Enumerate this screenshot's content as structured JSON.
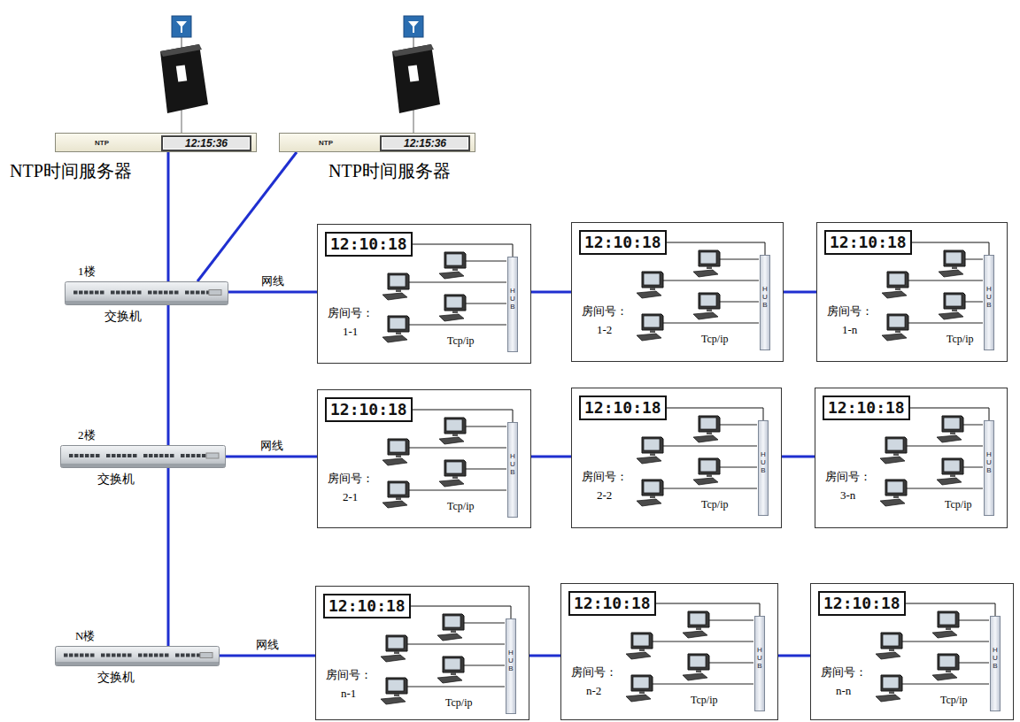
{
  "diagram": {
    "nodes": [
      {
        "text": [
          "NTP",
          "12:15:36",
          "NTP时间服务器"
        ]
      },
      {
        "text": [
          "NTP",
          "12:15:36",
          "NTP时间服务器"
        ]
      },
      {
        "text": [
          "1楼",
          "交换机"
        ]
      },
      {
        "text": [
          "房间号： 1-1",
          "Tcp/ip"
        ]
      },
      {
        "text": [
          "12:10:18"
        ],
        "in": 3
      },
      {
        "text": [
          "HUB"
        ],
        "in": 3
      },
      {
        "text": [
          "房间号： 1-2",
          "Tcp/ip"
        ]
      },
      {
        "text": [
          "12:10:18"
        ],
        "in": 6
      },
      {
        "text": [
          "HUB"
        ],
        "in": 6
      },
      {
        "text": [
          "房间号： 1-n",
          "Tcp/ip"
        ]
      },
      {
        "text": [
          "12:10:18"
        ],
        "in": 9
      },
      {
        "text": [
          "HUB"
        ],
        "in": 9
      },
      {
        "text": [
          "2楼",
          "交换机"
        ]
      },
      {
        "text": [
          "房间号： 2-1",
          "Tcp/ip"
        ]
      },
      {
        "text": [
          "12:10:18"
        ],
        "in": 13
      },
      {
        "text": [
          "HUB"
        ],
        "in": 13
      },
      {
        "text": [
          "房间号： 2-2",
          "Tcp/ip"
        ]
      },
      {
        "text": [
          "12:10:18"
        ],
        "in": 16
      },
      {
        "text": [
          "HUB"
        ],
        "in": 16
      },
      {
        "text": [
          "房间号： 3-n",
          "Tcp/ip"
        ]
      },
      {
        "text": [
          "12:10:18"
        ],
        "in": 19
      },
      {
        "text": [
          "HUB"
        ],
        "in": 19
      },
      {
        "text": [
          "N楼",
          "交换机"
        ]
      },
      {
        "text": [
          "房间号： n-1",
          "Tcp/ip"
        ]
      },
      {
        "text": [
          "12:10:18"
        ],
        "in": 23
      },
      {
        "text": [
          "HUB"
        ],
        "in": 23
      },
      {
        "text": [
          "房间号： n-2",
          "Tcp/ip"
        ]
      },
      {
        "text": [
          "12:10:18"
        ],
        "in": 26
      },
      {
        "text": [
          "HUB"
        ],
        "in": 26
      },
      {
        "text": [
          "房间号： n-n",
          "Tcp/ip"
        ]
      },
      {
        "text": [
          "12:10:18"
        ],
        "in": 29
      },
      {
        "text": [
          "HUB"
        ],
        "in": 29
      }
    ],
    "edges": [
      {
        "from": 0,
        "to": 2,
        "arrow": "none"
      },
      {
        "from": 1,
        "to": 2,
        "arrow": "none"
      },
      {
        "from": 2,
        "to": 3,
        "label": "网线",
        "arrow": "none"
      },
      {
        "from": 4,
        "to": 5,
        "arrow": "none"
      },
      {
        "from": 3,
        "to": 6,
        "arrow": "none"
      },
      {
        "from": 7,
        "to": 8,
        "arrow": "none"
      },
      {
        "from": 6,
        "to": 9,
        "arrow": "none"
      },
      {
        "from": 10,
        "to": 11,
        "arrow": "none"
      },
      {
        "from": 2,
        "to": 12,
        "arrow": "none"
      },
      {
        "from": 12,
        "to": 13,
        "label": "网线",
        "arrow": "none"
      },
      {
        "from": 14,
        "to": 15,
        "arrow": "none"
      },
      {
        "from": 13,
        "to": 16,
        "arrow": "none"
      },
      {
        "from": 17,
        "to": 18,
        "arrow": "none"
      },
      {
        "from": 16,
        "to": 19,
        "arrow": "none"
      },
      {
        "from": 20,
        "to": 21,
        "arrow": "none"
      },
      {
        "from": 12,
        "to": 22,
        "arrow": "none"
      },
      {
        "from": 22,
        "to": 23,
        "label": "网线",
        "arrow": "none"
      },
      {
        "from": 24,
        "to": 25,
        "arrow": "none"
      },
      {
        "from": 23,
        "to": 26,
        "arrow": "none"
      },
      {
        "from": 27,
        "to": 28,
        "arrow": "none"
      },
      {
        "from": 26,
        "to": 29,
        "arrow": "none"
      },
      {
        "from": 30,
        "to": 31,
        "arrow": "none"
      }
    ]
  }
}
